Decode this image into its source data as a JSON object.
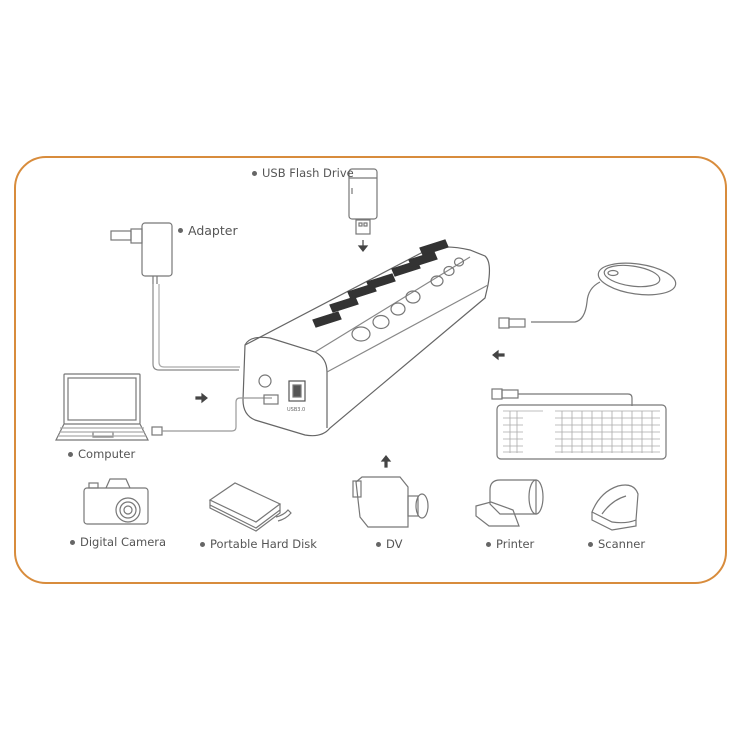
{
  "diagram": {
    "frame_color": "#d88c3c",
    "line_color": "#666666",
    "hub": {
      "ports": 7,
      "rear_label": "USB3.0"
    },
    "labels": {
      "usb_flash_drive": "USB Flash Drive",
      "adapter": "Adapter",
      "computer": "Computer",
      "digital_camera": "Digital Camera",
      "portable_hard_disk": "Portable Hard Disk",
      "dv": "DV",
      "printer": "Printer",
      "scanner": "Scanner"
    },
    "arrows": [
      "down (flash drive)",
      "right (to hub)",
      "up (DV)",
      "left (mouse/keyboard)"
    ]
  }
}
